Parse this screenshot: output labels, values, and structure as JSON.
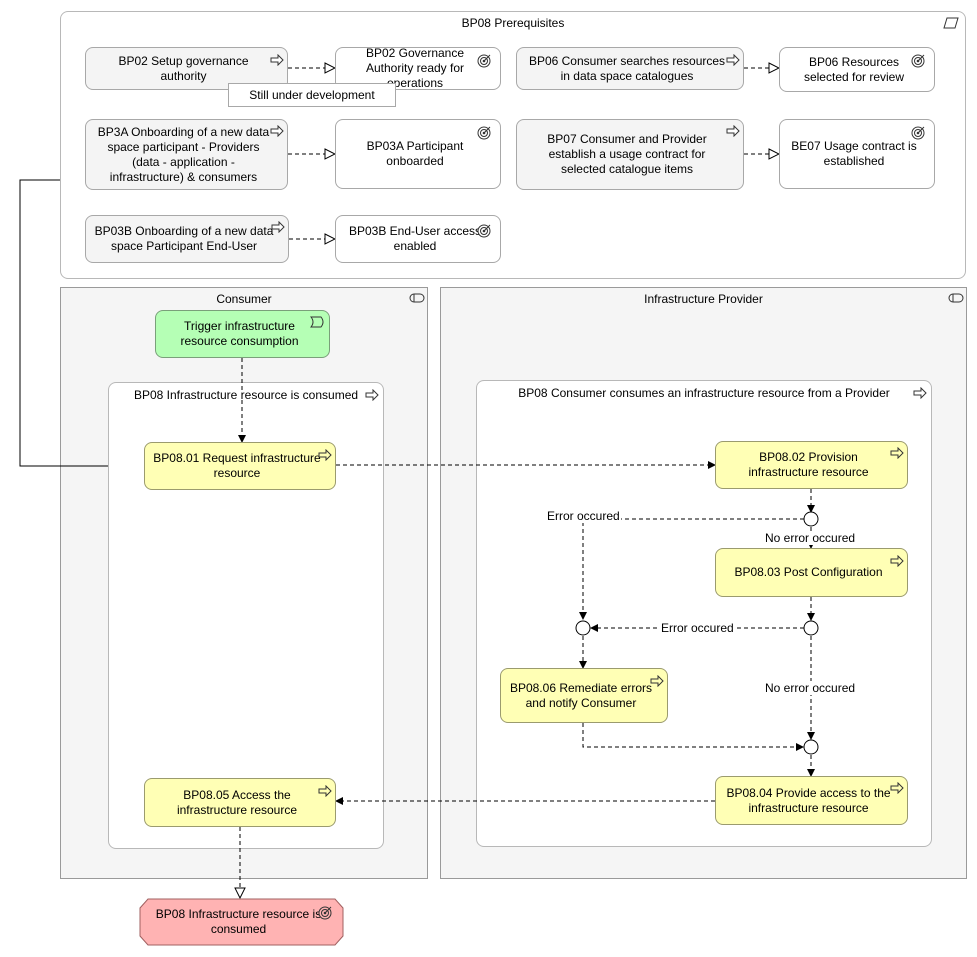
{
  "groups": {
    "prereq": "BP08 Prerequisites",
    "consumer": "Consumer",
    "provider": "Infrastructure Provider",
    "consumer_proc": "BP08 Infrastructure resource is consumed",
    "provider_proc": "BP08 Consumer consumes an infrastructure resource from a Provider"
  },
  "prereq_nodes": {
    "bp02_setup": "BP02 Setup governance authority",
    "bp02_ready": "BP02 Governance Authority ready for operations",
    "bp06_search": "BP06 Consumer searches resources in data space catalogues",
    "bp06_selected": "BP06 Resources selected for review",
    "bp3a_onboard": "BP3A Onboarding of a new data space participant - Providers (data - application - infrastructure) & consumers",
    "bp03a_done": "BP03A Participant onboarded",
    "bp07_contract": "BP07 Consumer and Provider establish a usage contract for selected catalogue items",
    "be07_done": "BE07 Usage contract is established",
    "bp03b_onboard": "BP03B Onboarding of a new data space Participant End-User",
    "bp03b_done": "BP03B End-User access enabled",
    "note": "Still under development"
  },
  "flow": {
    "trigger": "Trigger infrastructure resource consumption",
    "bp0801": "BP08.01 Request infrastructure resource",
    "bp0802": "BP08.02 Provision infrastructure resource",
    "bp0803": "BP08.03 Post Configuration",
    "bp0806": "BP08.06 Remediate errors and notify Consumer",
    "bp0804": "BP08.04 Provide access to the infrastructure resource",
    "bp0805": "BP08.05 Access the infrastructure resource",
    "end": "BP08 Infrastructure resource is consumed"
  },
  "labels": {
    "error1": "Error occured",
    "noerror1": "No error occured",
    "error2": "Error occured",
    "noerror2": "No error occured"
  },
  "colors": {
    "process_yellow": "#ffffb5",
    "trigger_green": "#b5ffb5",
    "end_red": "#ffb3b3",
    "grey_box": "#f4f4f4"
  }
}
